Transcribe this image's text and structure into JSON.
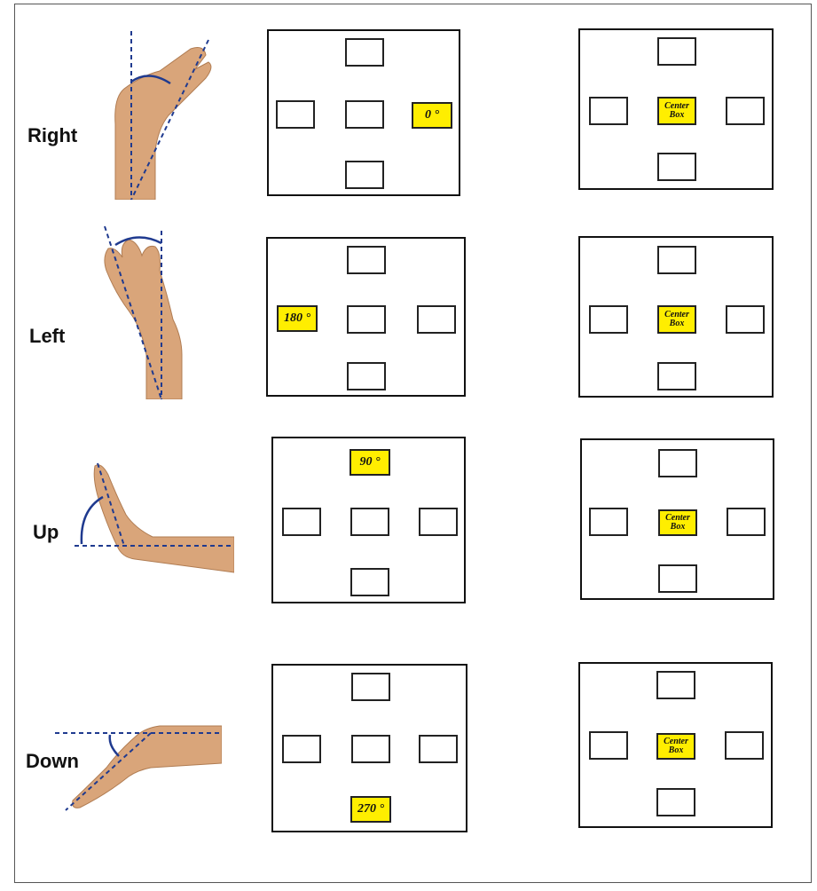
{
  "rows": [
    {
      "label": "Right",
      "target_label": "0 °",
      "target_position": "right"
    },
    {
      "label": "Left",
      "target_label": "180 °",
      "target_position": "left"
    },
    {
      "label": "Up",
      "target_label": "90 °",
      "target_position": "top"
    },
    {
      "label": "Down",
      "target_label": "270 °",
      "target_position": "bottom"
    }
  ],
  "center_box": {
    "line1": "Center",
    "line2": "Box"
  },
  "colors": {
    "highlight": "#ffee00",
    "outline": "#111111",
    "skin": "#d9a57a",
    "guide": "#1f3a8f"
  }
}
